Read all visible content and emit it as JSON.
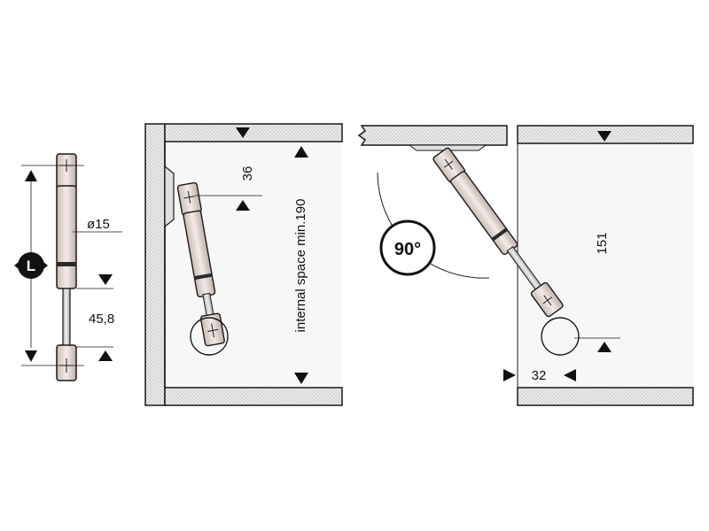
{
  "labels": {
    "length_symbol": "L",
    "diameter": "ø15",
    "stroke": "45,8",
    "top_offset": "36",
    "internal_space": "internal space min.190",
    "angle": "90°",
    "height_151": "151",
    "width_32": "32"
  },
  "colors": {
    "line": "#1a1a1a",
    "panel_fill": "#e4e4e4",
    "cabinet_fill": "#f6f6f6",
    "strut_fill": "#e8dcd6",
    "rod_fill": "#d4d4d4"
  }
}
